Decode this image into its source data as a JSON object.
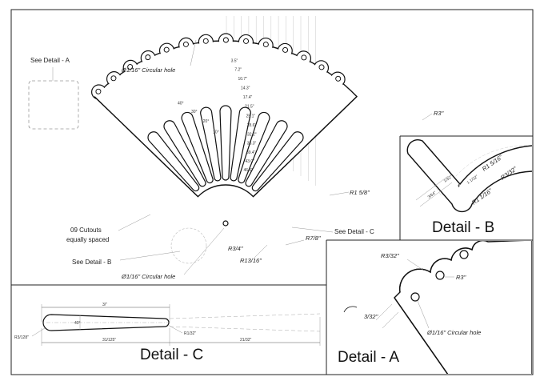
{
  "main_view": {
    "see_detail_a": "See Detail - A",
    "see_detail_b": "See Detail - B",
    "see_detail_c": "See Detail - C",
    "circular_hole_top": "Ø1/16\" Circular hole",
    "circular_hole_bottom": "Ø1/16\" Circular hole",
    "cutouts_line1": "09 Cutouts",
    "cutouts_line2": "equally spaced",
    "r3_label": "R3\"",
    "r1_5_8": "R1 5/8\"",
    "r7_8": "R7/8\"",
    "r3_4": "R3/4\"",
    "r13_16": "R13/16\"",
    "angle_labels": [
      "40°",
      "30°",
      "20°",
      "10°"
    ],
    "radial_dims": [
      "3.5\"",
      "7.2\"",
      "10.7\"",
      "14.3\"",
      "17.4\"",
      "21.5\"",
      "25.1\"",
      "28.6\"",
      "32.2\"",
      "35.3\"",
      "39.4\"",
      "43.0\"",
      "46.6\""
    ],
    "cutout_count": 9
  },
  "detail_a": {
    "title": "Detail - A",
    "r3_32": "R3/32\"",
    "r3": "R3\"",
    "dim_3_32": "3/32\"",
    "hole_note": "Ø1/16\" Circular hole"
  },
  "detail_b": {
    "title": "Detail - B",
    "dims": [
      "R1 5/16\"",
      "R3/32\"",
      "1/32\"",
      "3/64\"",
      "1 1/32\"",
      "R1 1/16\""
    ]
  },
  "detail_c": {
    "title": "Detail - C",
    "top_dim": "3/\"",
    "angle": "40°",
    "left_radius": "R3/128\"",
    "right_radius": "R1/32\"",
    "bottom_left": "31/125\"",
    "bottom_right": "21/32\""
  }
}
